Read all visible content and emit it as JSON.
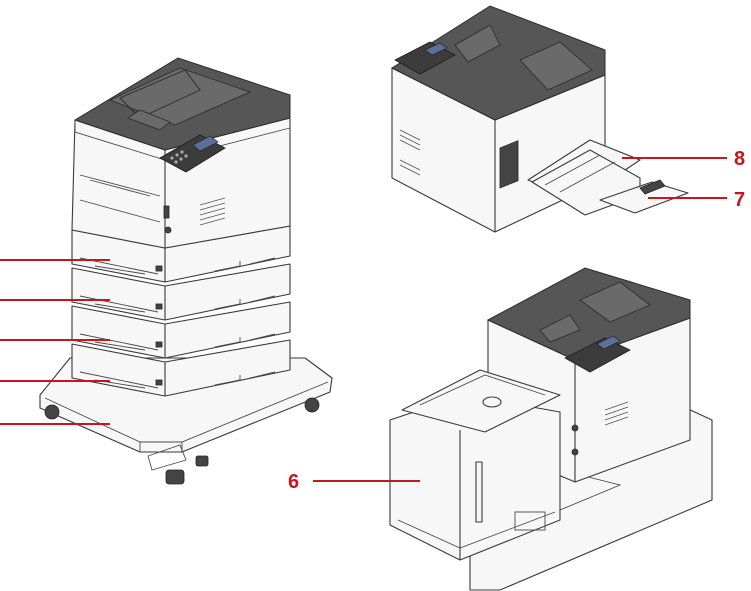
{
  "callouts": [
    {
      "label": "8"
    },
    {
      "label": "7"
    },
    {
      "label": "6"
    }
  ],
  "colors": {
    "accent": "#c8141e",
    "printer_top": "#565656",
    "printer_body": "#f7f7f7",
    "outline": "#3a3a3a"
  }
}
